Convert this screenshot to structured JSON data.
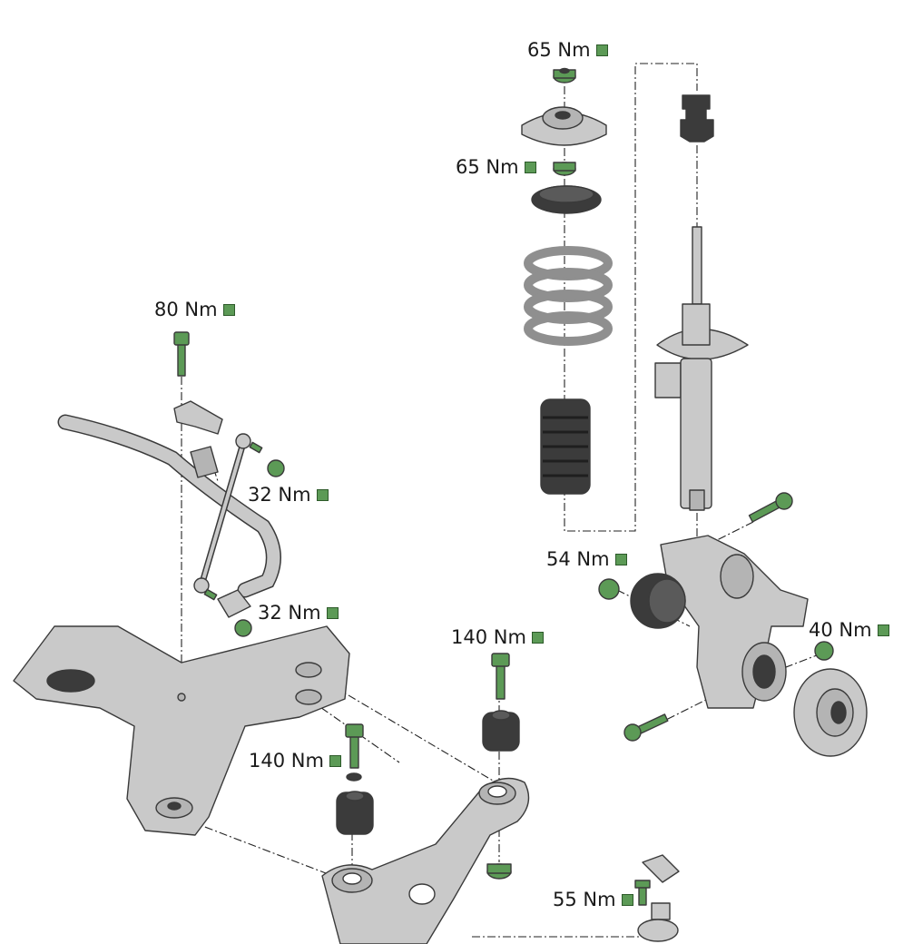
{
  "colors": {
    "part_grey": "#c9c9c9",
    "part_dark": "#3b3b3b",
    "fastener_green": "#5c9a56",
    "outline": "#3a3a3a"
  },
  "torque_labels": [
    {
      "id": "strut-top-nut",
      "value": "65 Nm"
    },
    {
      "id": "top-mount-nut",
      "value": "65 Nm"
    },
    {
      "id": "link-upper-bolt",
      "value": "80 Nm"
    },
    {
      "id": "link-upper-nut",
      "value": "32 Nm"
    },
    {
      "id": "link-lower-nut",
      "value": "32 Nm"
    },
    {
      "id": "strut-clamp-nut",
      "value": "54 Nm"
    },
    {
      "id": "hub-nut",
      "value": "40 Nm"
    },
    {
      "id": "rear-bush-bolt",
      "value": "140 Nm"
    },
    {
      "id": "front-bush-bolt",
      "value": "140 Nm"
    },
    {
      "id": "ball-joint-bolt",
      "value": "55 Nm"
    }
  ],
  "legend_marker_icon": "green-square-icon"
}
